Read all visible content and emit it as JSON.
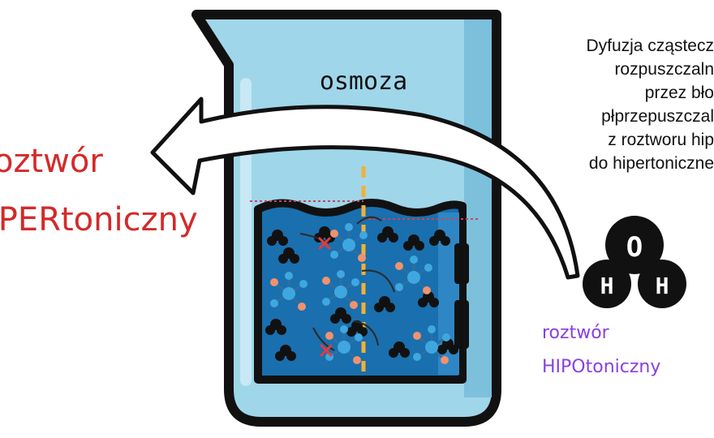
{
  "beaker": {
    "title": "osmoza"
  },
  "labels": {
    "hyper_line1": "oztwór",
    "hyper_line2": "IPERtoniczny",
    "hypo_line1": "roztwór",
    "hypo_line2": "HIPOtoniczny"
  },
  "description": [
    "Dyfuzja cząstecz",
    "rozpuszczaln",
    "przez bło",
    "płprzepuszczal",
    "z roztworu hip",
    "do hipertoniczne"
  ],
  "molecule": {
    "top": "O",
    "left": "H",
    "right": "H"
  },
  "colors": {
    "beaker_glass": "#9fd6ea",
    "solution": "#1a6fae",
    "hyper_text": "#d42a2a",
    "hypo_text": "#8a3fe0",
    "membrane": "#f0b237",
    "atom_orange": "#f0926e",
    "atom_blue": "#3fa7e0"
  }
}
